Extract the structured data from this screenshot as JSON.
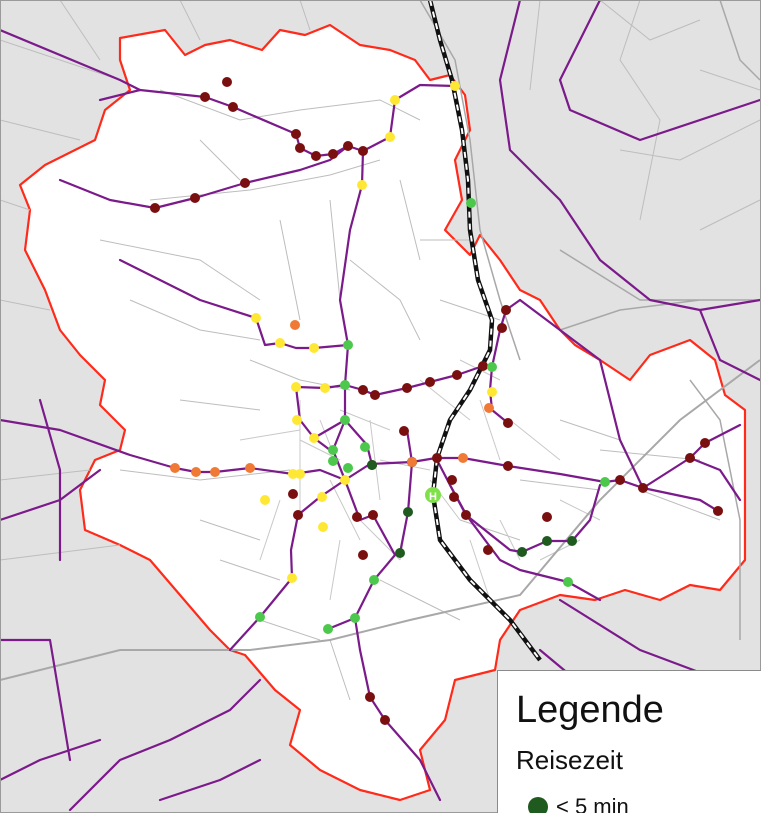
{
  "legend": {
    "title": "Legende",
    "subtitle": "Reisezeit",
    "entries": [
      {
        "label": "< 5 min",
        "color": "#1f5a1f",
        "icon": "filled-circle"
      }
    ]
  },
  "map": {
    "colors": {
      "background": "#e2e2e2",
      "city_area": "#ffffff",
      "boundary": "#ff2a1a",
      "transit_lines": "#7b1a8a",
      "streets": "#b8b8b8",
      "highway": "#a8a8a8",
      "railway": "#222222"
    },
    "central_station": {
      "label": "H",
      "icon": "station-icon",
      "color": "#7fe04a"
    },
    "stop_categories": {
      "dark_green": "#1f5a1f",
      "light_green": "#4cc84c",
      "yellow": "#ffe833",
      "orange": "#f07a35",
      "dark_red": "#7a0f0f"
    }
  }
}
